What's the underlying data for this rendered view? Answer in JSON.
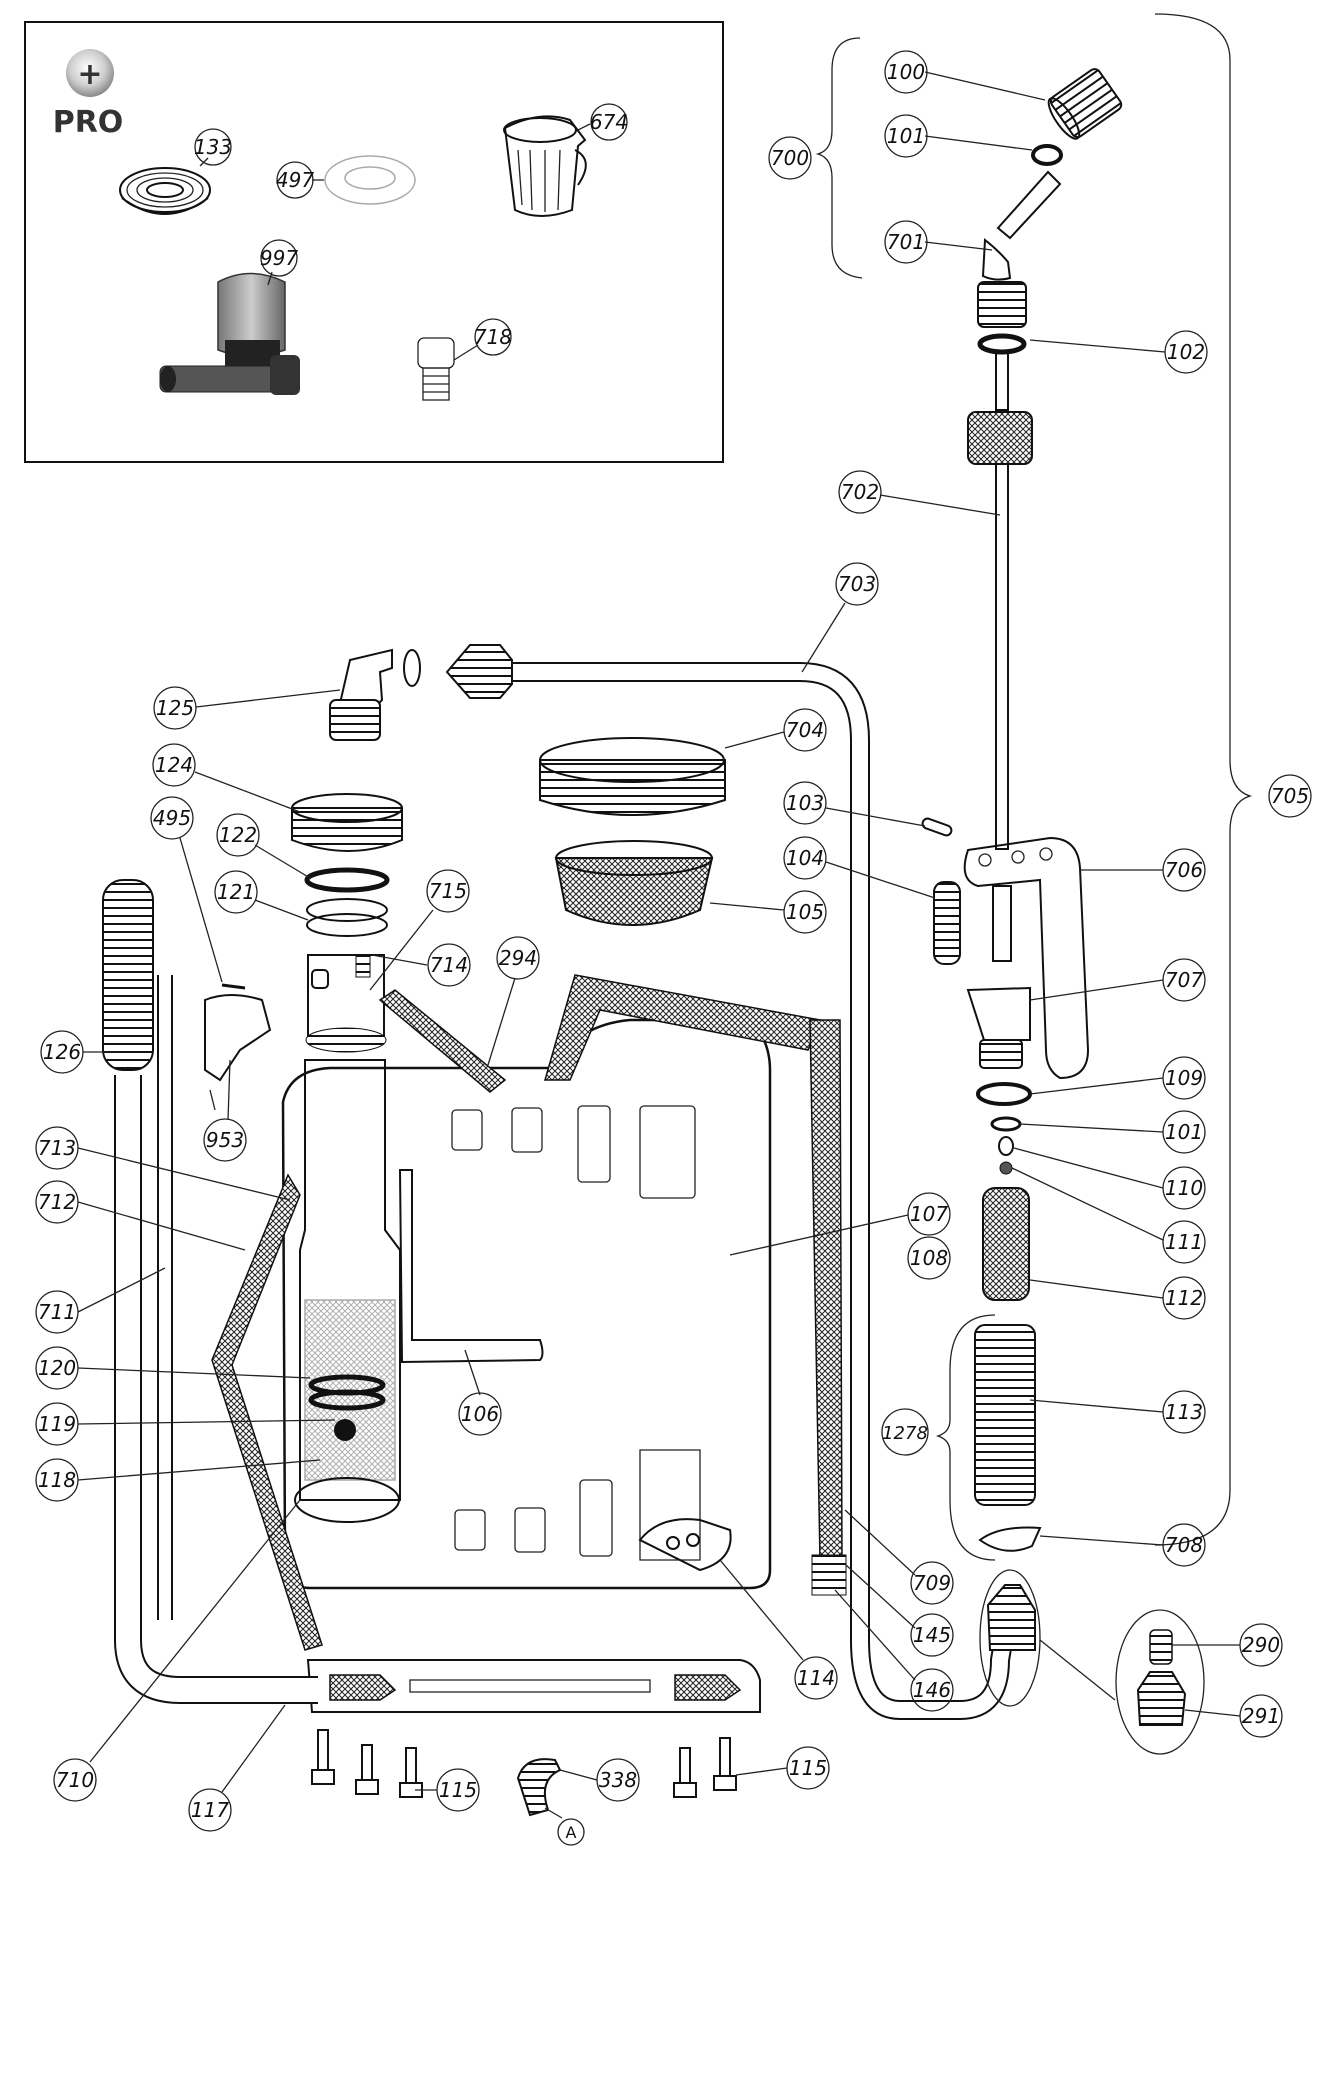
{
  "pro_box": {
    "badge_symbol": "+",
    "title": "PRO",
    "callouts": [
      "133",
      "497",
      "674",
      "997",
      "718"
    ]
  },
  "callouts": [
    "100",
    "101",
    "700",
    "701",
    "102",
    "702",
    "703",
    "125",
    "704",
    "124",
    "495",
    "122",
    "121",
    "715",
    "714",
    "294",
    "103",
    "104",
    "105",
    "705",
    "706",
    "707",
    "126",
    "953",
    "109",
    "101",
    "713",
    "110",
    "712",
    "111",
    "107",
    "108",
    "711",
    "112",
    "120",
    "106",
    "113",
    "1278",
    "119",
    "118",
    "708",
    "709",
    "145",
    "114",
    "146",
    "290",
    "291",
    "710",
    "117",
    "115",
    "338",
    "115",
    "A"
  ]
}
